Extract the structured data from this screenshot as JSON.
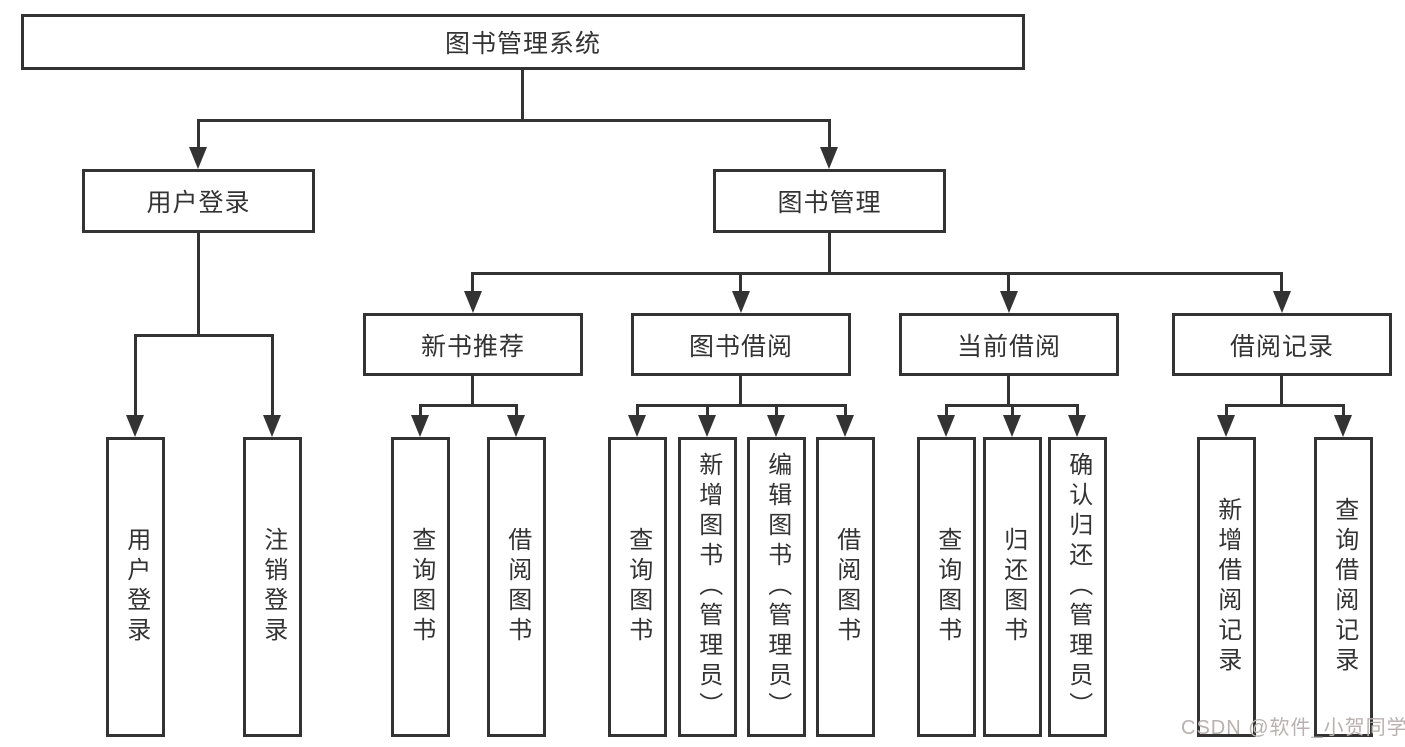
{
  "diagram_type": "hierarchy-tree",
  "colors": {
    "background": "#ffffff",
    "line": "#333333",
    "text": "#333333",
    "watermark": "#b9b0b0"
  },
  "tree": {
    "root": {
      "label": "图书管理系统"
    },
    "branches": [
      {
        "label": "用户登录",
        "children": [
          {
            "label": "用户登录"
          },
          {
            "label": "注销登录"
          }
        ]
      },
      {
        "label": "图书管理",
        "children": [
          {
            "label": "新书推荐",
            "children": [
              {
                "label": "查询图书"
              },
              {
                "label": "借阅图书"
              }
            ]
          },
          {
            "label": "图书借阅",
            "children": [
              {
                "label": "查询图书"
              },
              {
                "label": "新增图书（管理员）"
              },
              {
                "label": "编辑图书（管理员）"
              },
              {
                "label": "借阅图书"
              }
            ]
          },
          {
            "label": "当前借阅",
            "children": [
              {
                "label": "查询图书"
              },
              {
                "label": "归还图书"
              },
              {
                "label": "确认归还（管理员）"
              }
            ]
          },
          {
            "label": "借阅记录",
            "children": [
              {
                "label": "新增借阅记录"
              },
              {
                "label": "查询借阅记录"
              }
            ]
          }
        ]
      }
    ]
  },
  "watermark": {
    "text": "CSDN @软件_小贺同学"
  }
}
